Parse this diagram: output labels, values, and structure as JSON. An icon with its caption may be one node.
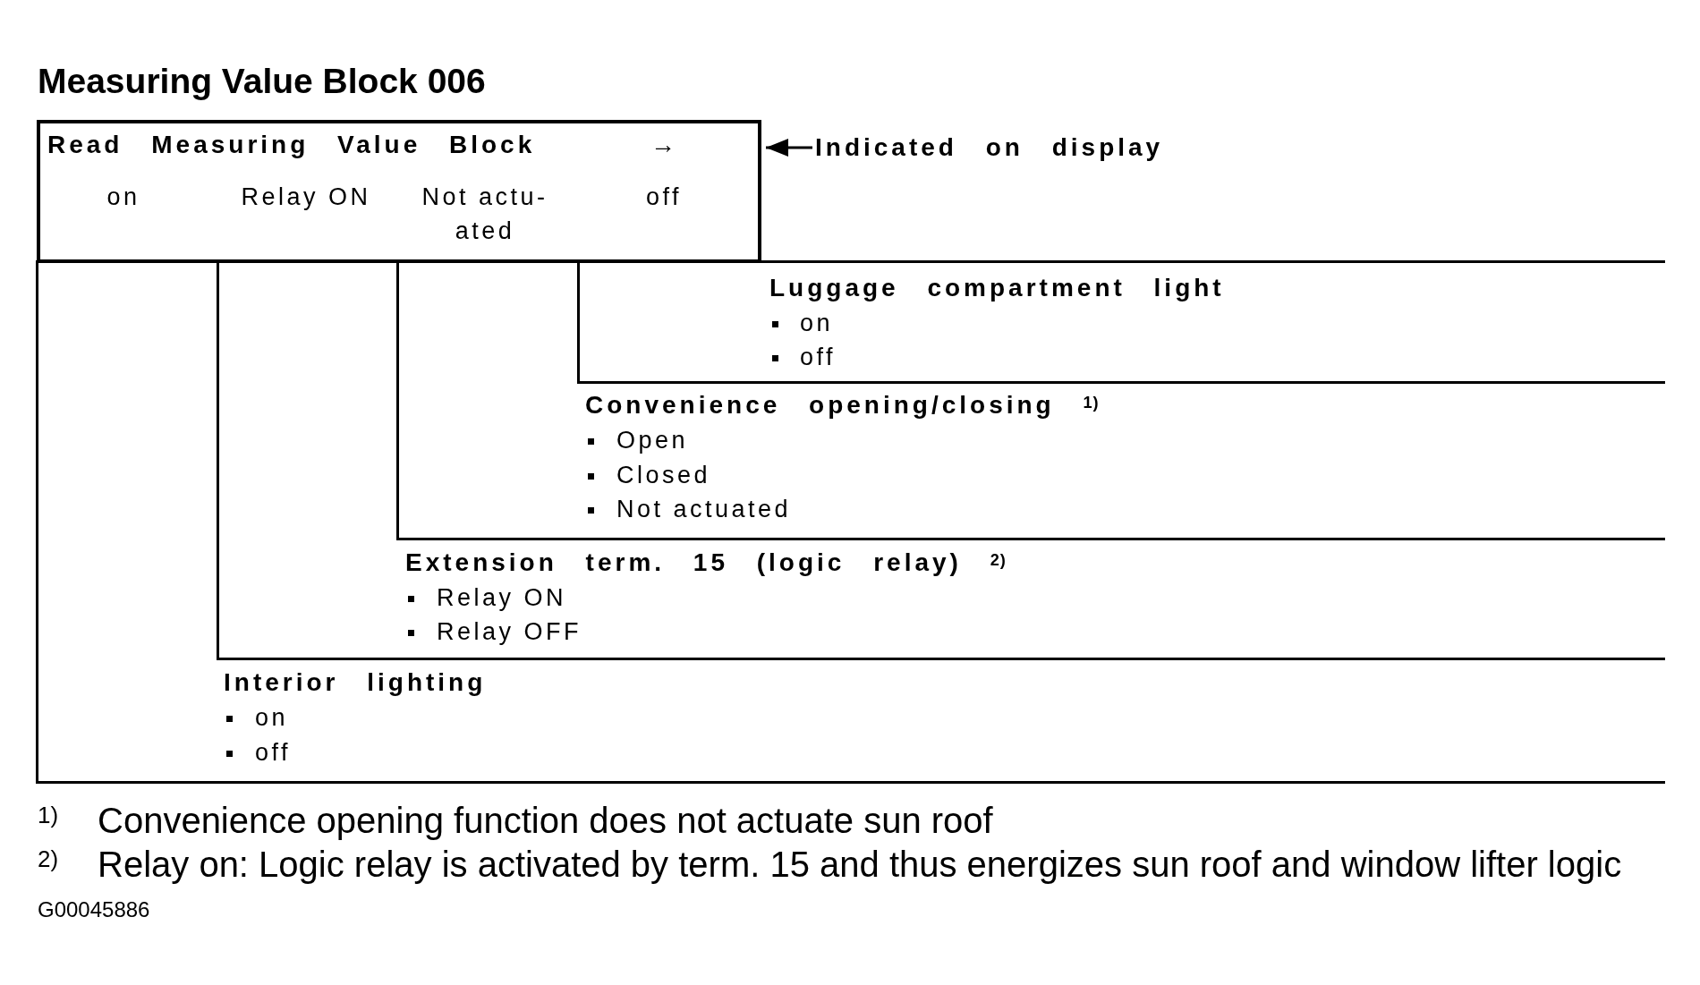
{
  "diagram": {
    "title": "Measuring Value Block 006",
    "nodes": [
      {
        "text": [
          "Read Measuring Value Block",
          "→",
          "on",
          "Relay ON",
          "Not actu- ated",
          "off"
        ]
      },
      {
        "text": [
          "Indicated on display"
        ]
      },
      {
        "text": [
          "Interior lighting",
          "on",
          "off"
        ]
      },
      {
        "text": [
          "Extension term. 15 (logic relay) $^{2)}$",
          "Relay ON",
          "Relay OFF"
        ],
        "in": 2
      },
      {
        "text": [
          "Convenience opening/closing $^{1)}$",
          "Open",
          "Closed",
          "Not actuated"
        ],
        "in": 3
      },
      {
        "text": [
          "Luggage compartment light",
          "on",
          "off"
        ],
        "in": 4
      }
    ],
    "edges": [
      {
        "from": 1,
        "to": 0,
        "arrow": "to"
      }
    ],
    "labels": [
      "1)",
      "Convenience opening function does not actuate sun roof",
      "2)",
      "Relay on: Logic relay is activated by term. 15 and thus energizes sun roof and window lifter logic",
      "G00045886"
    ]
  }
}
